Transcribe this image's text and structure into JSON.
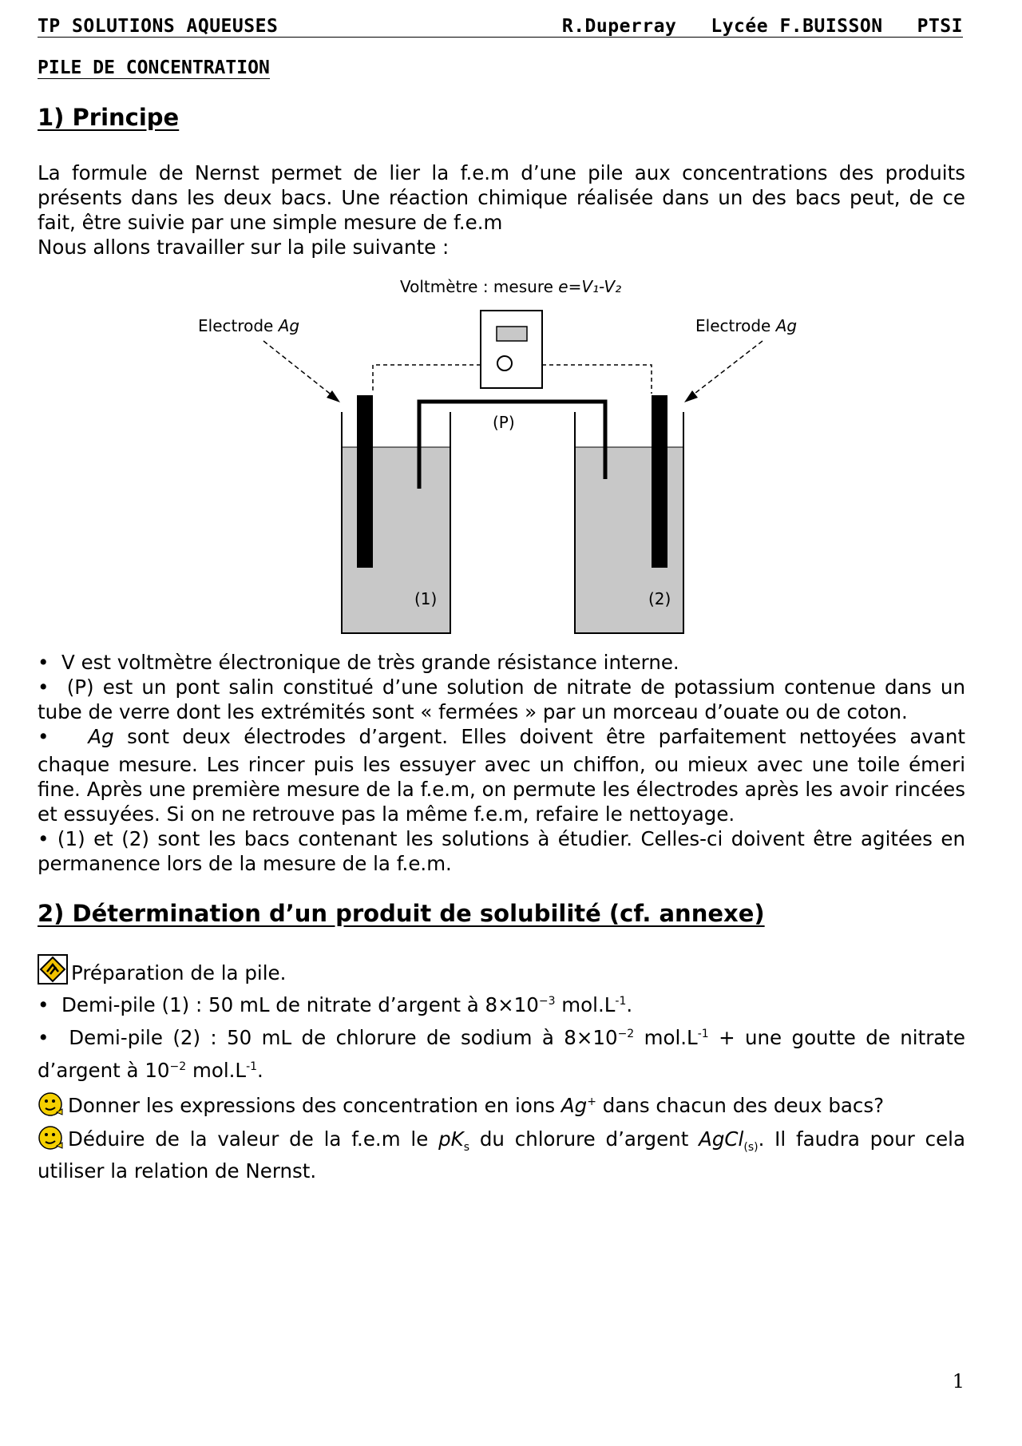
{
  "header": {
    "left": "TP SOLUTIONS AQUEUSES",
    "right": "R.Duperray   Lycée F.BUISSON   PTSI"
  },
  "subtitle": "PILE DE CONCENTRATION",
  "section1": {
    "title": "1) Principe",
    "intro": "La formule de Nernst permet de lier la f.e.m d’une pile aux concentrations des produits présents dans les deux bacs. Une réaction chimique réalisée dans un des bacs peut, de ce fait, être suivie par une simple mesure de f.e.m",
    "lead": "Nous allons travailler sur la pile suivante :",
    "diagram": {
      "voltmeter_label": "Voltmètre : mesure ",
      "voltmeter_formula": "e=V₁-V₂",
      "electrode_label": "Electrode ",
      "electrode_symbol": "Ag",
      "bridge_label": "(P)",
      "beaker1_label": "(1)",
      "beaker2_label": "(2)"
    },
    "bullets": {
      "b1": "V est voltmètre électronique de très grande résistance interne.",
      "b2": "(P) est un pont salin constitué d’une solution de nitrate de potassium contenue dans un tube de verre dont les extrémités sont « fermées » par un morceau d’ouate ou de coton.",
      "b3_symbol": "Ag",
      "b3_first": "sont deux électrodes d’argent. Elles doivent être parfaitement nettoyées avant",
      "b3_rest": "chaque mesure. Les rincer puis les essuyer avec un chiffon, ou mieux avec une toile émeri fine. Après une première mesure de la f.e.m, on permute les électrodes après les avoir rincées et essuyées. Si on ne retrouve pas la même f.e.m, refaire le nettoyage.",
      "b4": "(1) et (2) sont les bacs contenant les solutions à étudier. Celles-ci doivent être agitées en permanence lors de la mesure de la f.e.m."
    }
  },
  "section2": {
    "title": "2) Détermination d’un produit de solubilité (cf. annexe)",
    "prep": "Préparation de la pile.",
    "dp1": {
      "text": "Demi-pile (1) : 50 mL de nitrate d’argent à 8×10",
      "exp": "−3",
      "unit": " mol.L",
      "unit_exp": "-1",
      "end": "."
    },
    "dp2": {
      "text": "Demi-pile (2) : 50 mL de chlorure de sodium à 8×10",
      "exp": "−2",
      "unit": " mol.L",
      "unit_exp": "-1",
      "tail": " + une goutte de nitrate",
      "cont_text": "d’argent à 10",
      "cont_exp": "−2",
      "cont_unit": " mol.L",
      "cont_unit_exp": "-1",
      "cont_end": "."
    },
    "q1": {
      "text": "Donner les expressions des concentration en ions ",
      "ion": "Ag",
      "ion_charge": "+",
      "end": " dans chacun des deux bacs?"
    },
    "q2": {
      "text": "Déduire de la valeur de la f.e.m le ",
      "pk": "pK",
      "pk_sub": "s",
      "mid": " du chlorure d’argent ",
      "salt": "AgCl",
      "salt_sub": "(s)",
      "end": ". Il faudra pour cela",
      "cont": "utiliser la relation de Nernst."
    }
  },
  "page_number": "1"
}
